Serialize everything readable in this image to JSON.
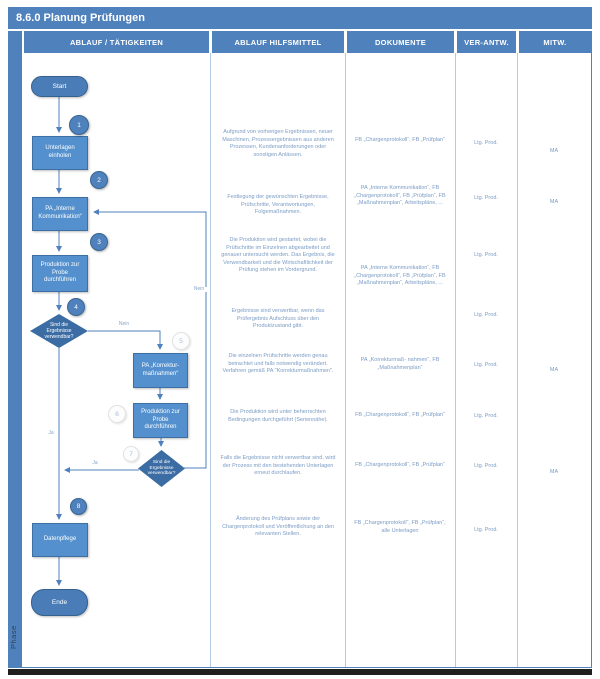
{
  "title": "8.6.0 Planung Prüfungen",
  "phase_label": "Phase",
  "headers": {
    "col1": "ABLAUF / TÄTIGKEITEN",
    "col2": "ABLAUF HILFSMITTEL",
    "col3": "DOKUMENTE",
    "col4": "VER-ANTW.",
    "col5": "MITW."
  },
  "flowchart": {
    "start": "Start",
    "end": "Ende",
    "steps": {
      "unterlagen": "Unterlagen einholen",
      "pa_interne": "PA „Interne Kommunikation“",
      "produktion1": "Produktion zur Probe durchführen",
      "decision1": "Sind die Ergebnisse verwendbar?",
      "pa_korrektur": "PA „Korrektur-maßnahmen“",
      "produktion2": "Produktion zur Probe durchführen",
      "decision2": "Sind die Ergebnisse verwendbar?",
      "datenpflege": "Datenpflege"
    },
    "badges": [
      "1",
      "2",
      "3",
      "4",
      "5",
      "6",
      "7",
      "8"
    ],
    "labels": {
      "nein_decision1": "Nein",
      "ja_decision1": "Ja",
      "ja_decision2": "Ja",
      "nein_decision2": "Nein"
    }
  },
  "rows": [
    {
      "hilfsmittel": "Aufgrund von vorherigen Ergebnissen, neuer Maschinen, Prozessergebnissen aus anderen Prozessen, Kundenanforderungen oder sonstigen Anlässen.",
      "dokumente": "FB „Chargenprotokoll“, FB „Prüfplan“",
      "verantw": "Ltg. Prod.",
      "mitw": "MA"
    },
    {
      "hilfsmittel": "Festlegung der gewünschten Ergebnisse, Prüfschritte, Verantwortungen, Folgemaßnahmen.",
      "dokumente": "PA „Interne Kommunikation“, FB „Chargenprotokoll“, FB „Prüfplan“, FB „Maßnahmenplan“, Arbeitspläne, ...",
      "verantw": "Ltg. Prod.",
      "mitw": "MA"
    },
    {
      "hilfsmittel": "Die Produktion wird gestartet, wobei die Prüfschritte im Einzelnen abgearbeitet und genauer untersucht werden. Das Ergebnis, die Verwendbarkeit und die Wirtschaftlichkeit der Prüfung stehen im Vordergrund.",
      "dokumente": "PA „Interne Kommunikation“, FB „Chargenprotokoll“, FB „Prüfplan“, FB „Maßnahmenplan“, Arbeitspläne, ...",
      "verantw": "Ltg. Prod.",
      "mitw": ""
    },
    {
      "hilfsmittel": "Ergebnisse sind verwertbar, wenn das Prüfergebnis Aufschluss über den Produktzustand gibt.",
      "dokumente": "",
      "verantw": "Ltg. Prod.",
      "mitw": ""
    },
    {
      "hilfsmittel": "Die einzelnen Prüfschritte werden genau betrachtet und falls notwendig verändert. Verfahren gemäß PA \"Korrekturmaßnahmen\".",
      "dokumente": "PA „Korrekturmaß- nahmen“, FB „Maßnahmenplan“",
      "verantw": "Ltg. Prod.",
      "mitw": "MA"
    },
    {
      "hilfsmittel": "Die Produktion wird unter beherrschten Bedingungen durchgeführt (Seriennähe).",
      "dokumente": "FB „Chargenprotokoll“, FB „Prüfplan“",
      "verantw": "Ltg. Prod.",
      "mitw": ""
    },
    {
      "hilfsmittel": "Falls die Ergebnisse nicht verwertbar sind, wird der Prozess mit den bestehenden Unterlagen erneut durchlaufen.",
      "dokumente": "FB „Chargenprotokoll“, FB „Prüfplan“",
      "verantw": "Ltg. Prod.",
      "mitw": "MA"
    },
    {
      "hilfsmittel": "Änderung des Prüfplans sowie der Chargenprotokoll und Veröffentlichung an den relevanten Stellen.",
      "dokumente": "FB „Chargenprotokoll“, FB „Prüfplan“, alle Unterlagen",
      "verantw": "Ltg. Prod.",
      "mitw": ""
    }
  ],
  "colors": {
    "accent": "#4f81bd",
    "box_fill": "#5390cd",
    "diamond_fill": "#3b6ca3",
    "text_light": "#7b9cc5"
  }
}
